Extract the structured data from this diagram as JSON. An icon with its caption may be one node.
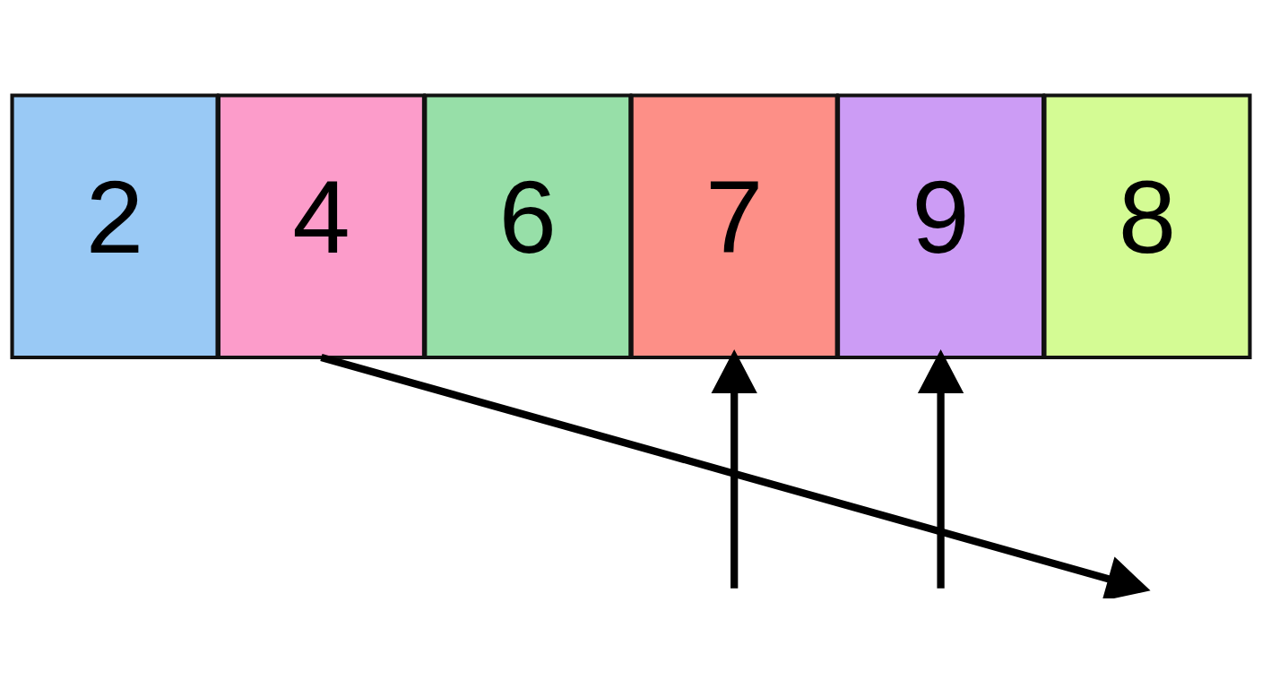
{
  "diagram": {
    "nodes": [
      {
        "text": [
          "2"
        ]
      },
      {
        "text": [
          "4"
        ]
      },
      {
        "text": [
          "6"
        ]
      },
      {
        "text": [
          "7"
        ]
      },
      {
        "text": [
          "9"
        ]
      },
      {
        "text": [
          "8"
        ]
      }
    ],
    "edges": [
      {
        "from": 1,
        "to": null,
        "arrow": "to"
      },
      {
        "from": null,
        "to": 3,
        "arrow": "to"
      },
      {
        "from": null,
        "to": 4,
        "arrow": "to"
      }
    ]
  }
}
